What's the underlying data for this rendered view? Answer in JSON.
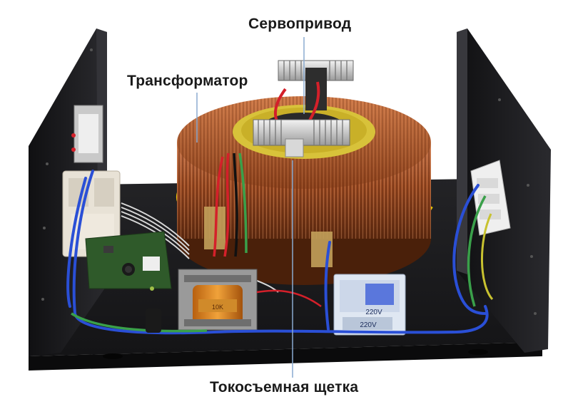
{
  "labels": {
    "servo": "Сервопривод",
    "transformer": "Трансформатор",
    "brush": "Токосъемная щетка"
  },
  "transformer_label_text": "10K",
  "relay_label_text": "220V",
  "colors": {
    "chassis": "#1b1b1d",
    "copper": "#a0522d",
    "yellow_wire": "#e6c200",
    "blue_wire": "#2a4fd6",
    "green_wire": "#3aa04a",
    "red_wire": "#d4202a",
    "pointer": "#8aaad0"
  }
}
